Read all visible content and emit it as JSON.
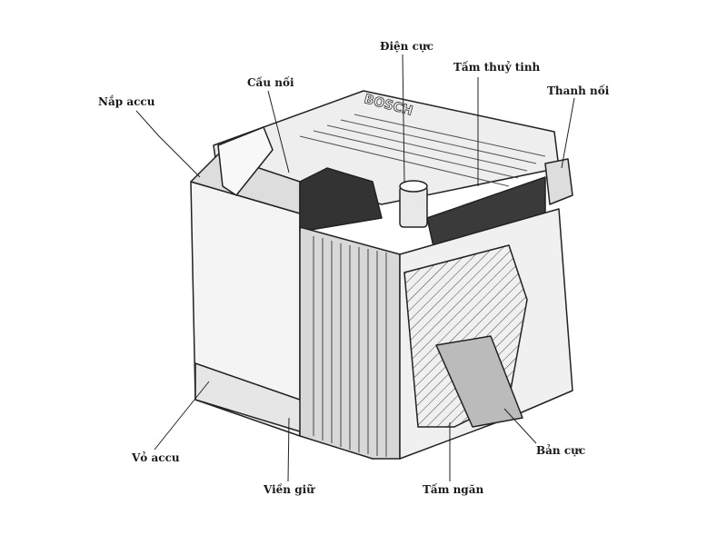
{
  "diagram": {
    "labels": {
      "cover": "Nắp accu",
      "bridge": "Cầu nối",
      "terminal": "Điện cực",
      "glass_mat": "Tấm thuỷ tinh",
      "connector": "Thanh nối",
      "case": "Vỏ accu",
      "rim": "Viền giữ",
      "separator": "Tấm ngăn",
      "plate": "Bản cực"
    },
    "brand_marking": "BOSCH"
  }
}
